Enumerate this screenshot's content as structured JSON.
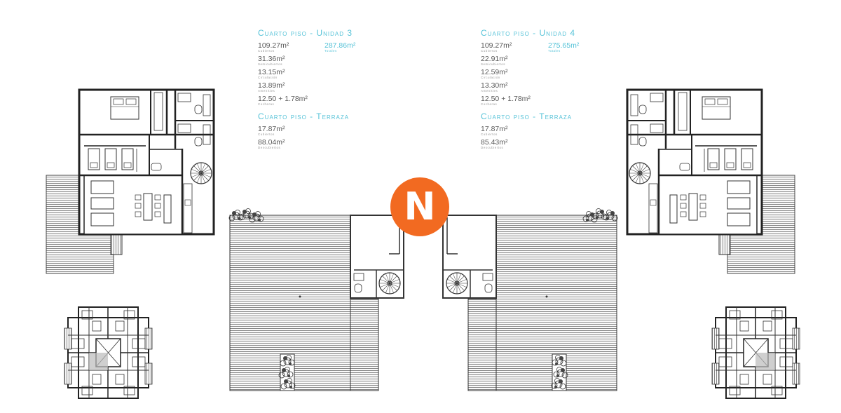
{
  "logo": {
    "letter": "N",
    "color": "#f26a21"
  },
  "accent_color": "#57c3d8",
  "unit3": {
    "title": "Cuarto piso - Unidad 3",
    "rows": [
      {
        "value": "109.27m²",
        "label": "Cubiertos"
      },
      {
        "value": "31.36m²",
        "label": "Semicubiertos"
      },
      {
        "value": "13.15m²",
        "label": "Circulación"
      },
      {
        "value": "13.89m²",
        "label": "Amenities"
      },
      {
        "value": "12.50 + 1.78m²",
        "label": "Cocheras"
      }
    ],
    "total": {
      "value": "287.86m²",
      "label": "Totales"
    },
    "terrace_title": "Cuarto piso - Terraza",
    "terrace_rows": [
      {
        "value": "17.87m²",
        "label": "Cubiertos"
      },
      {
        "value": "88.04m²",
        "label": "Descubiertos"
      }
    ]
  },
  "unit4": {
    "title": "Cuarto piso - Unidad 4",
    "rows": [
      {
        "value": "109.27m²",
        "label": "Cubiertos"
      },
      {
        "value": "22.91m²",
        "label": "Semicubiertos"
      },
      {
        "value": "12.59m²",
        "label": "Circulación"
      },
      {
        "value": "13.30m²",
        "label": "Amenities"
      },
      {
        "value": "12.50 + 1.78m²",
        "label": "Cocheras"
      }
    ],
    "total": {
      "value": "275.65m²",
      "label": "Totales"
    },
    "terrace_title": "Cuarto piso - Terraza",
    "terrace_rows": [
      {
        "value": "17.87m²",
        "label": "Cubiertos"
      },
      {
        "value": "85.43m²",
        "label": "Descubiertos"
      }
    ]
  }
}
